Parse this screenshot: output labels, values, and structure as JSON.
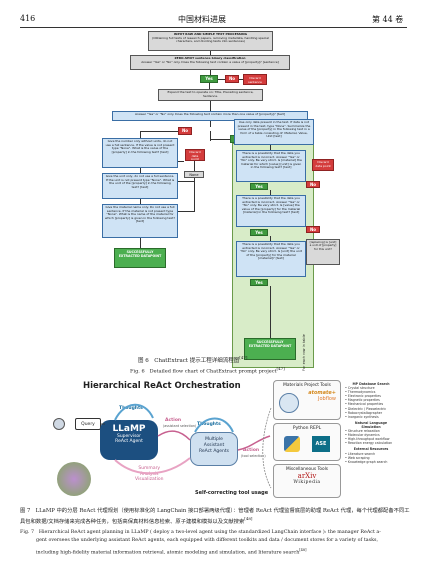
{
  "header": {
    "page_number": "416",
    "journal": "中国材料进展",
    "volume": "第 44 卷"
  },
  "fig6": {
    "top_box": "INPUT RAW AND SIMPLE TEXT PROCESSING",
    "top_box_sub": "(Obtaining full texts of research papers, removing metadata, handling special characters, and dividing texts into sentences)",
    "zero_shot": "ZERO-SHOT sentence binary classification",
    "q1": "Answer \"Yes\" or \"No\" only. Does the following text contain a value of [property]? [sentence]",
    "yes": "Yes",
    "no": "No",
    "discard": "Discard sentence",
    "expand": "Expand the text to operate on: Title, Preceding sentence, Sentence.",
    "q2": "Answer \"Yes\" or \"No\" only. Does the following text contain more than one value of [property]? [text]",
    "left_q1": "Give the number only without units, do not use a full sentence. If the value is not present type \"None\". What is the value of the [property] in the following text? [text]",
    "left_q2": "Give the unit only, do not use a full sentence. If the unit is not present type \"None\". What is the unit of the [property] in the following text? [text]",
    "left_q3": "Give the material name only. Do not use a full sentence. If the material is not present type \"None\". What is the name of the material for which [property] is given in the following text? [text]",
    "none": "None",
    "discard_data": "Discard data point",
    "success": "SUCCESSFULLY EXTRACTED DATAPOINT",
    "right_q1": "Use only data present in the text. If data is not present in the text, type \"None\". Summarize the value of the [property] in the following text in a form of a table consisting of: Material, Value, Unit [text]",
    "right_q2": "There is a possibility that the data you extracted is incorrect. Answer \"Yes\" or \"No\" only. Be very strict. Is [material] the material for which [value] [unit] is given in the following text? [text]",
    "right_q3": "There is a possibility that the data you extracted is incorrect. Answer \"Yes\" or \"No\" only. Be very strict. Is [value] the value of the [property] for the material [material] in the following text? [text]",
    "right_q4": "There is a possibility that the data you extracted is incorrect. Answer \"Yes\" or \"No\" only. Be very strict. Is [unit] the unit of the [property] for the material [material]? [text]",
    "removal": "[replacing] is [unit] a unit of [property] for this unit?",
    "for_each": "For each row in table",
    "caption_cn": "图 6　ChatExtract 提示工程详细流程图",
    "caption_cn_ref": "[47]",
    "caption_en": "Fig. 6　Detailed flow chart of ChatExtract prompt project",
    "caption_en_ref": "[47]"
  },
  "fig7": {
    "title": "Hierarchical ReAct Orchestration",
    "query": "Query",
    "thoughts": "Thoughts",
    "llamp": "LLaMP",
    "llamp_sub1": "Supervisor",
    "llamp_sub2": "ReAct Agent",
    "action_top": "Action",
    "action_top_sub": "(assistant selection)",
    "multi_agent1": "Multiple",
    "multi_agent2": "Assistant",
    "multi_agent3": "ReAct Agents",
    "action_bottom": "Action",
    "action_bottom_sub": "(tool selection)",
    "summary": "Summary",
    "analysis": "Analysis",
    "visualization": "Visualization",
    "self_correcting": "Self-correcting tool usage",
    "mp_tools": "Materials Project Tools",
    "atomate": "atomate+",
    "jobflow": "Jobflow",
    "python_repl": "Python REPL",
    "misc_tools": "Miscellaneous Tools",
    "arxiv": "arXiv",
    "wikipedia": "Wikipedia",
    "mp_db_title": "MP Database Search",
    "mp_db_items": [
      "Crystal structure",
      "Thermodynamics",
      "Electronic properties",
      "Magnetic properties",
      "Mechanical properties",
      "Dielectric / Piezoelectric",
      "Robocrystallographer",
      "Inorganic synthesis"
    ],
    "nl_title": "Natural Language Simulation",
    "nl_items": [
      "Structure relaxation",
      "Molecular dynamics",
      "High-throughput workflow",
      "Reaction energy calculation"
    ],
    "ext_title": "External Resources",
    "ext_items": [
      "Literature search",
      "Web scraping",
      "Knowledge graph search"
    ],
    "caption_cn": "图 7　LLaMP 中的分层 ReAct 代理规划（使用标准化的 LangChain 接口部署两级代理）：管理者 ReAct 代理监督底层的助理 ReAct 代理，每个代理都配备不同工具包和数据/文档存储来完成各种任务，包括高保真材料信息检索、原子建模和模拟以及文献搜索",
    "caption_cn_ref": "[48]",
    "caption_en1": "Fig. 7　Hierarchical ReAct agent planning in LLaMP ( deploy a two-level agent using the standardized LangChain interface ): the manager ReAct a-",
    "caption_en2": "gent oversees the underlying assistant ReAct agents, each equipped with different toolkits and data / document stores for a variety of tasks,",
    "caption_en3": "including high-fidelity material information retrieval, atomic modeling and simulation, and literature search",
    "caption_en_ref": "[48]"
  },
  "colors": {
    "yes": "#3f9a3f",
    "no": "#d43c3c",
    "blue_box": "#cfe3f5",
    "green_panel": "#d8ecc8",
    "teal": "#0d6f88",
    "llamp_blue": "#1c4f80"
  }
}
